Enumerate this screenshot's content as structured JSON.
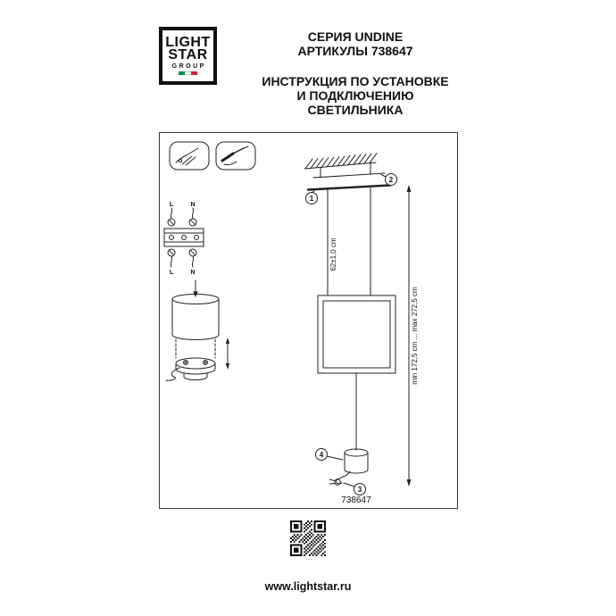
{
  "logo": {
    "line1": "LIGHT",
    "line2": "STAR",
    "line3": "GROUP"
  },
  "header": {
    "series": "СЕРИЯ UNDINE",
    "articles": "АРТИКУЛЫ 738647",
    "instruction_line1": "ИНСТРУКЦИЯ ПО УСТАНОВКЕ",
    "instruction_line2": "И ПОДКЛЮЧЕНИЮ СВЕТИЛЬНИКА"
  },
  "diagram": {
    "callout_1": "1",
    "callout_2": "2",
    "callout_3": "3",
    "callout_4": "4",
    "dim_suspension": "62±1,0 cm",
    "dim_height": "min 172,5 cm ... max 272,5 cm",
    "terminal_top_l": "L",
    "terminal_top_n": "N",
    "terminal_bottom_l": "L",
    "terminal_bottom_n": "N",
    "article_number": "738647"
  },
  "footer": {
    "website": "www.lightstar.ru"
  },
  "colors": {
    "ink": "#111111",
    "line": "#222222",
    "flag_green": "#008C45",
    "flag_red": "#CD212A"
  }
}
